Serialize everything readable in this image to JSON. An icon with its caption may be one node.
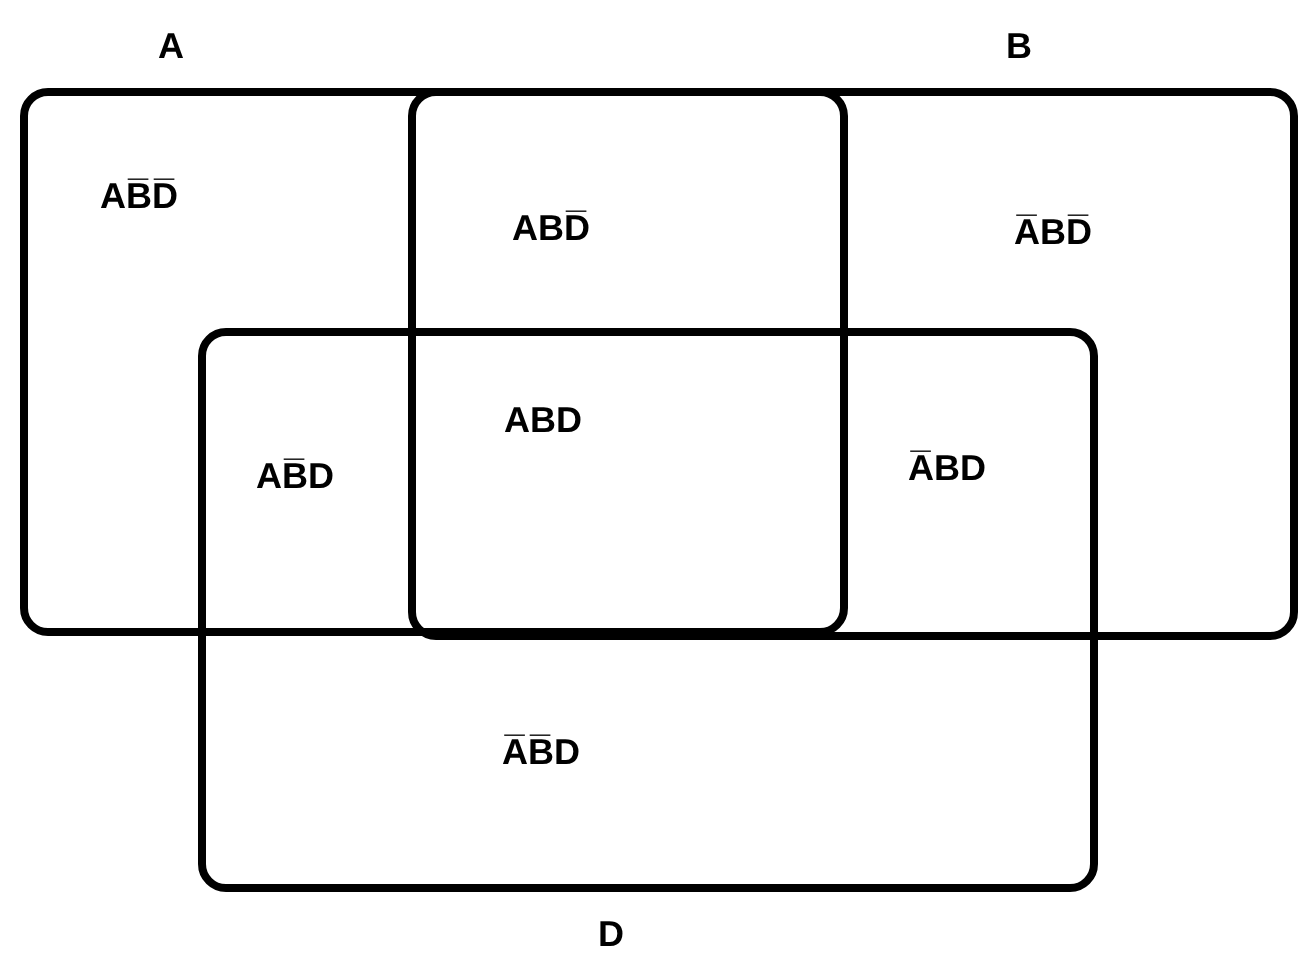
{
  "diagram": {
    "nodes": [
      {
        "text": [
          "A"
        ]
      },
      {
        "text": [
          "B"
        ]
      },
      {
        "text": [
          "D"
        ]
      }
    ],
    "labels": [
      "AB̅D̅",
      "ABD̅",
      "A̅BD̅",
      "AB̅D",
      "ABD",
      "A̅BD",
      "A̅B̅D"
    ]
  }
}
